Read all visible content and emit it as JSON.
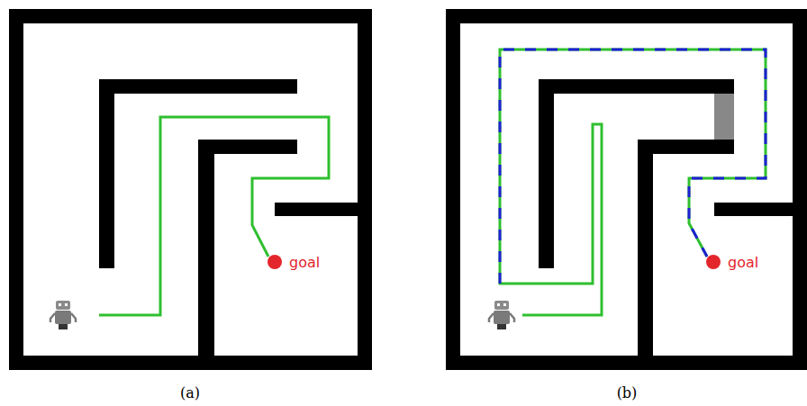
{
  "diagram": {
    "labels": [
      "goal",
      "(a)",
      "goal",
      "(b)"
    ]
  }
}
